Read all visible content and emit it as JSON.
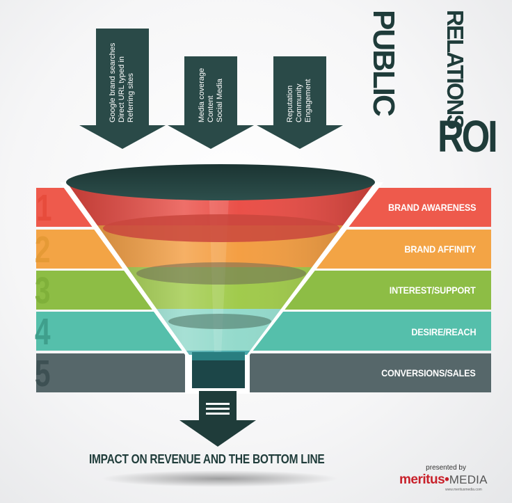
{
  "title": {
    "line1": "PUBLIC",
    "line2": "RELATIONS",
    "line3": "ROI"
  },
  "input_arrows": [
    {
      "lines": [
        "Google brand searches",
        "Direct URL typed in",
        "Referring sites"
      ]
    },
    {
      "lines": [
        "Media coverage",
        "Content",
        "Social Media"
      ]
    },
    {
      "lines": [
        "Reputation",
        "Community",
        "Engagement"
      ]
    }
  ],
  "funnel_levels": [
    {
      "number": "1",
      "label": "BRAND AWARENESS",
      "color": "#ee5a4c"
    },
    {
      "number": "2",
      "label": "BRAND AFFINITY",
      "color": "#f3a445"
    },
    {
      "number": "3",
      "label": "INTEREST/SUPPORT",
      "color": "#8dbd45"
    },
    {
      "number": "4",
      "label": "DESIRE/REACH",
      "color": "#55bfab"
    },
    {
      "number": "5",
      "label": "CONVERSIONS/SALES",
      "color": "#56676a"
    }
  ],
  "output": {
    "caption": "IMPACT ON REVENUE AND THE BOTTOM LINE"
  },
  "branding": {
    "presented_by": "presented by",
    "brand_name": "meritus",
    "brand_separator": "•",
    "brand_suffix": "MEDIA",
    "website": "www.meritusmedia.com"
  },
  "colors": {
    "dark_teal": "#1f3c3a",
    "arrow_teal": "#2a4a48"
  }
}
